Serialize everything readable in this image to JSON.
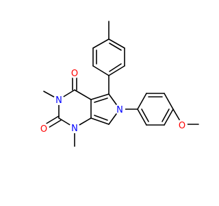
{
  "molecule": {
    "colors": {
      "bond": "#000000",
      "oxygen": "#ff0000",
      "nitrogen": "#0000ff"
    },
    "atoms": {
      "o_top": "O",
      "o_left": "O",
      "o_methoxy": "O",
      "n_pyrimidine_top": "N",
      "n_pyrimidine_bottom": "N",
      "n_pyrrole": "N"
    }
  }
}
